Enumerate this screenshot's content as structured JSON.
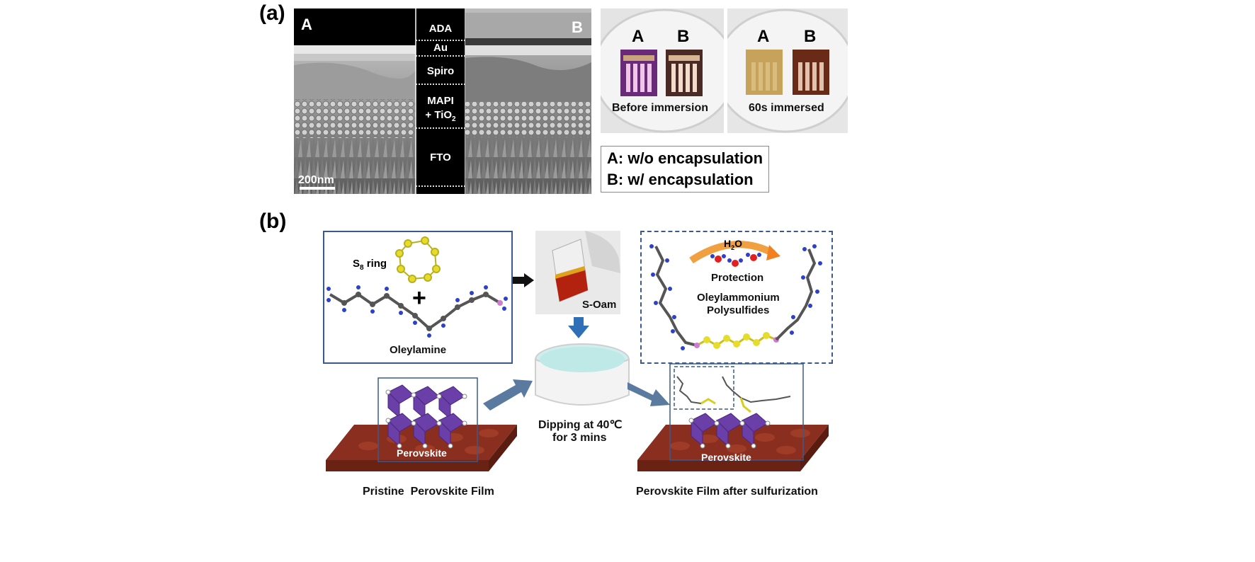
{
  "panel_a": {
    "label": "(a)",
    "sem_left_tag": "A",
    "sem_right_tag": "B",
    "scale_bar": "200nm",
    "layers": [
      "ADA",
      "Au",
      "Spiro",
      "MAPI",
      "+ TiO",
      "2",
      "FTO"
    ],
    "photo_left": {
      "tag_a": "A",
      "tag_b": "B",
      "caption": "Before immersion"
    },
    "photo_right": {
      "tag_a": "A",
      "tag_b": "B",
      "caption": "60s immersed"
    },
    "legend": [
      "A: w/o encapsulation",
      "B: w/ encapsulation"
    ]
  },
  "panel_b": {
    "label": "(b)",
    "s8_label": "S",
    "s8_sub": "8",
    "s8_ring": " ring",
    "plus": "+",
    "oleylamine": "Oleylamine",
    "soam": "S-Oam",
    "dipping_line1": "Dipping at 40℃",
    "dipping_line2": "for 3 mins",
    "h2o_h": "H",
    "h2o_sub": "2",
    "h2o_o": "O",
    "protection": "Protection",
    "product_line1": "Oleylammonium",
    "product_line2": "Polysulfides",
    "perovskite_left": "Perovskite",
    "perovskite_right": "Perovskite",
    "caption_left": "Pristine  Perovskite Film",
    "caption_right": "Perovskite Film after sulfurization"
  },
  "colors": {
    "frame_blue": "#3a5a8c",
    "arrow_blue": "#2f6fb5",
    "octahedra_purple": "#6b3fa8",
    "film_brown": "#8a2f1f",
    "sulfur_yellow": "#e6dd2a",
    "carbon_gray": "#555555",
    "hydrogen_blue": "#2c3fcf",
    "water_red": "#e32020"
  }
}
